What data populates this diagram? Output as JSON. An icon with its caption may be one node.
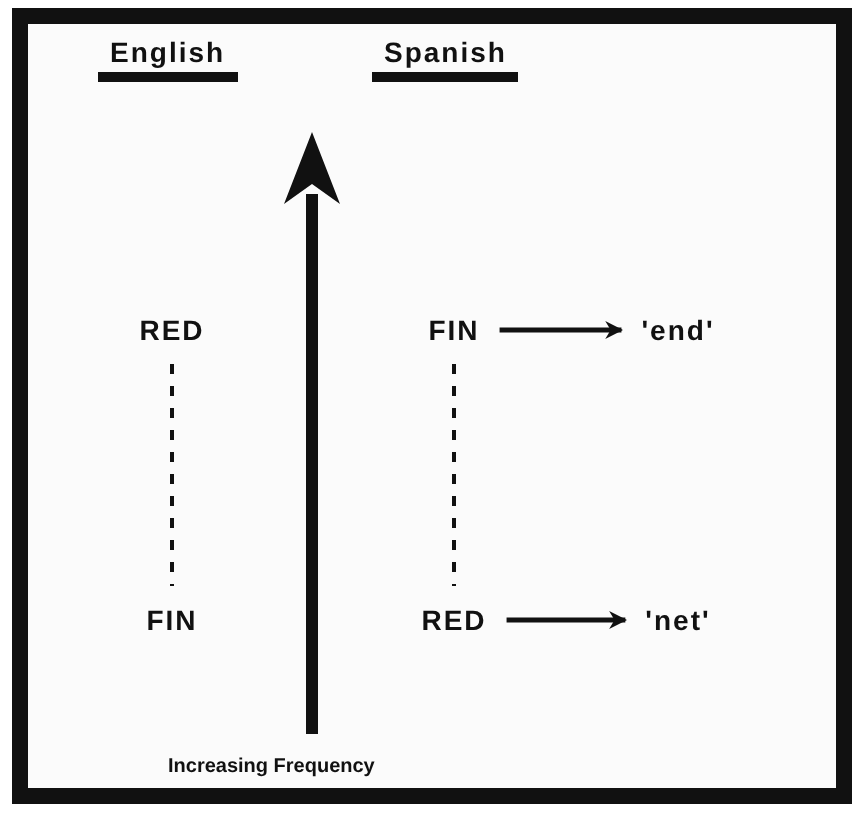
{
  "diagram": {
    "nodes": [
      {
        "text": [
          "RED"
        ]
      },
      {
        "text": [
          "FIN"
        ]
      },
      {
        "text": [
          "FIN"
        ]
      },
      {
        "text": [
          "RED"
        ]
      },
      {
        "text": [
          "'end'"
        ]
      },
      {
        "text": [
          "'net'"
        ]
      }
    ],
    "edges": [
      {
        "from": 0,
        "to": 1,
        "arrow": "none",
        "style": "dashed"
      },
      {
        "from": 2,
        "to": 3,
        "arrow": "none",
        "style": "dashed"
      },
      {
        "from": 2,
        "to": 4,
        "arrow": "to"
      },
      {
        "from": 3,
        "to": 5,
        "arrow": "to"
      }
    ],
    "labels": [
      "English",
      "Spanish",
      "Increasing Frequency"
    ]
  }
}
